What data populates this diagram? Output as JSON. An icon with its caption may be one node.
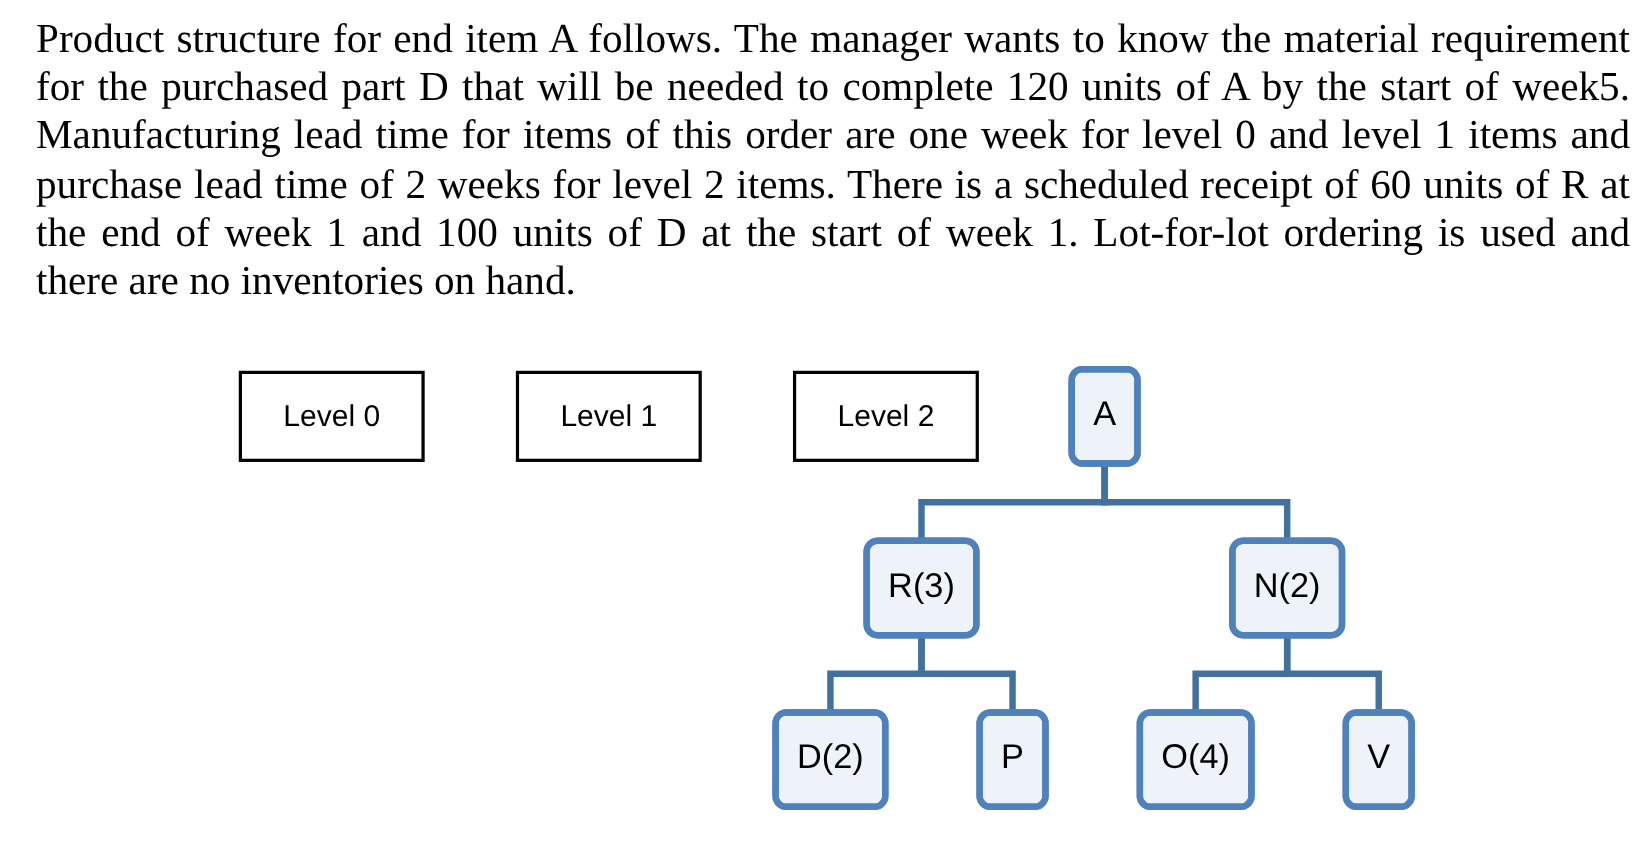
{
  "diagram": {
    "nodes": [
      {
        "text": [
          "Level 0"
        ]
      },
      {
        "text": [
          "A"
        ]
      },
      {
        "text": [
          "Level 1"
        ]
      },
      {
        "text": [
          "R(3)"
        ]
      },
      {
        "text": [
          "N(2)"
        ]
      },
      {
        "text": [
          "Level 2"
        ]
      },
      {
        "text": [
          "D(2)"
        ]
      },
      {
        "text": [
          "P"
        ]
      },
      {
        "text": [
          "O(4)"
        ]
      },
      {
        "text": [
          "V"
        ]
      }
    ],
    "edges": [
      {
        "from": 1,
        "to": 3,
        "arrow": "none"
      },
      {
        "from": 1,
        "to": 4,
        "arrow": "none"
      },
      {
        "from": 3,
        "to": 6,
        "arrow": "none"
      },
      {
        "from": 3,
        "to": 7,
        "arrow": "none"
      },
      {
        "from": 4,
        "to": 8,
        "arrow": "none"
      },
      {
        "from": 4,
        "to": 9,
        "arrow": "none"
      }
    ],
    "labels": [
      "Product structure for end item A follows. The manager wants to know the material requirement for the purchased part D that will be needed to complete 120 units of A by the start of week5. Manufacturing lead time for items of this order are one week for level 0 and level 1 items and purchase lead time of 2 weeks for level 2 items. There is a scheduled receipt of 60 units of R at the end of week 1 and 100 units of D at the start of week 1. Lot-for-lot ordering is used and there are no inventories on hand."
    ]
  }
}
